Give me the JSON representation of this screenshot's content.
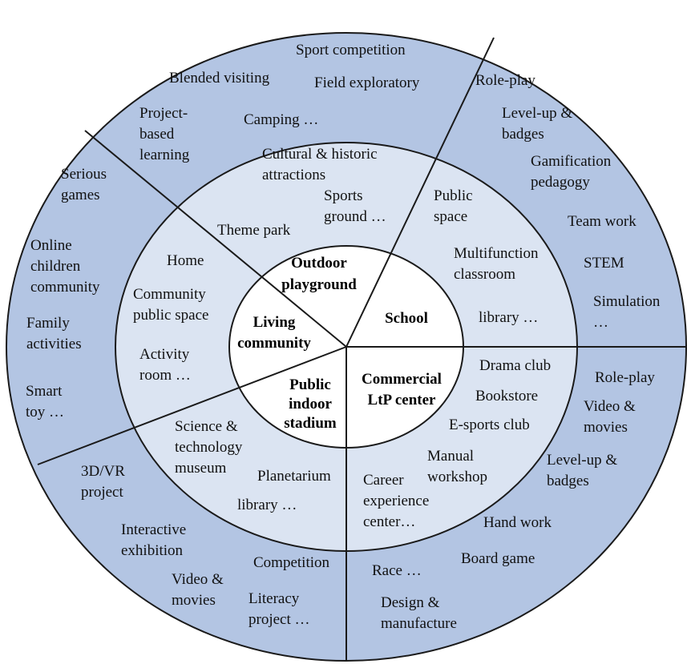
{
  "colors": {
    "outer_ring": "#b3c5e3",
    "middle_ring": "#dbe4f2",
    "center": "#ffffff",
    "stroke": "#1a1a1a"
  },
  "sectors": {
    "outdoor_playground": {
      "center": [
        "Outdoor",
        "playground"
      ],
      "middle": [
        [
          "Cultural & historic",
          "attractions"
        ],
        [
          "Sports",
          "ground …"
        ],
        [
          "Theme park"
        ]
      ],
      "outer": [
        [
          "Sport competition"
        ],
        [
          "Blended visiting"
        ],
        [
          "Field exploratory"
        ],
        [
          "Project-",
          "based",
          "learning"
        ],
        [
          "Camping …"
        ]
      ]
    },
    "school": {
      "center": [
        "School"
      ],
      "middle": [
        [
          "Public",
          "space"
        ],
        [
          "Multifunction",
          "classroom"
        ],
        [
          "library …"
        ]
      ],
      "outer": [
        [
          "Role-play"
        ],
        [
          "Level-up &",
          "badges"
        ],
        [
          "Gamification",
          "pedagogy"
        ],
        [
          "Team work"
        ],
        [
          "STEM"
        ],
        [
          "Simulation",
          "…"
        ]
      ]
    },
    "commercial_ltp_center": {
      "center": [
        "Commercial",
        "LtP center"
      ],
      "middle": [
        [
          "Drama club"
        ],
        [
          "Bookstore"
        ],
        [
          "E-sports club"
        ],
        [
          "Manual",
          "workshop"
        ],
        [
          "Career",
          "experience",
          "center…"
        ]
      ],
      "outer": [
        [
          "Role-play"
        ],
        [
          "Video &",
          "movies"
        ],
        [
          "Level-up &",
          "badges"
        ],
        [
          "Hand work"
        ],
        [
          "Board game"
        ],
        [
          "Race …"
        ],
        [
          "Design &",
          "manufacture"
        ]
      ]
    },
    "public_indoor_stadium": {
      "center": [
        "Public",
        "indoor",
        "stadium"
      ],
      "middle": [
        [
          "Science &",
          "technology",
          "museum"
        ],
        [
          "Planetarium"
        ],
        [
          "library …"
        ]
      ],
      "outer": [
        [
          "3D/VR",
          "project"
        ],
        [
          "Interactive",
          "exhibition"
        ],
        [
          "Video &",
          "movies"
        ],
        [
          "Competition"
        ],
        [
          "Literacy",
          "project …"
        ]
      ]
    },
    "living_community": {
      "center": [
        "Living",
        "community"
      ],
      "middle": [
        [
          "Home"
        ],
        [
          "Community",
          "public space"
        ],
        [
          "Activity",
          "room …"
        ]
      ],
      "outer": [
        [
          "Serious",
          "games"
        ],
        [
          "Online",
          "children",
          "community"
        ],
        [
          "Family",
          "activities"
        ],
        [
          "Smart",
          "toy …"
        ]
      ]
    }
  }
}
